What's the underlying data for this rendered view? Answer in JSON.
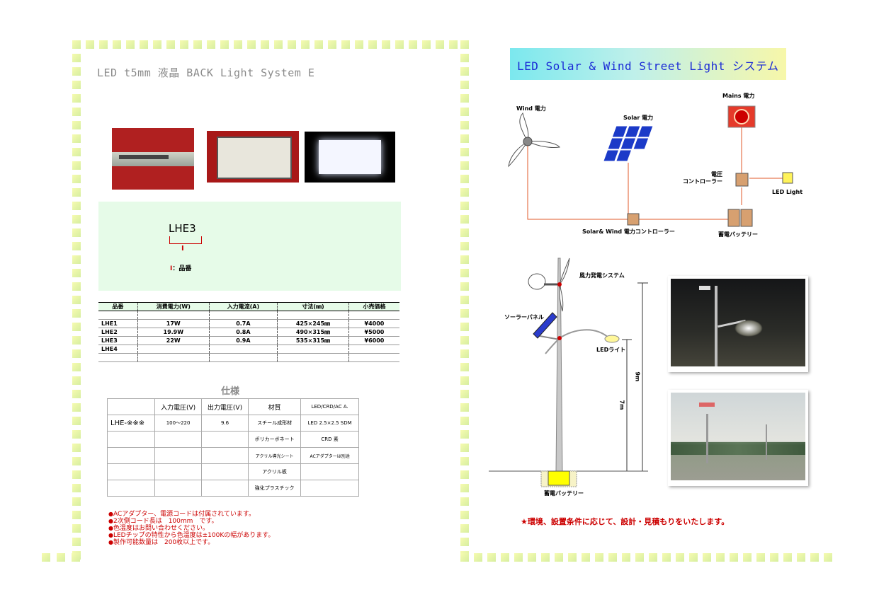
{
  "left": {
    "title": "LED t5mm 液晶 BACK Light System E",
    "product_code": "LHE3",
    "bracket_mark": "I",
    "code_note_mark": "I",
    "code_note_text": "：品番",
    "product_table": {
      "headers": [
        "品番",
        "消費電力(W)",
        "入力電流(A)",
        "寸法(㎜)",
        "小売価格"
      ],
      "rows": [
        [
          "LHE1",
          "17W",
          "0.7A",
          "425×245㎜",
          "¥4000"
        ],
        [
          "LHE2",
          "19.9W",
          "0.8A",
          "490×315㎜",
          "¥5000"
        ],
        [
          "LHE3",
          "22W",
          "0.9A",
          "535×315㎜",
          "¥6000"
        ],
        [
          "LHE4",
          "",
          "",
          "",
          ""
        ]
      ]
    },
    "spec_title": "仕様",
    "spec_table": {
      "headers": [
        "",
        "入力電圧(V)",
        "出力電圧(V)",
        "材質",
        "LED/CRD/AC A."
      ],
      "rows": [
        [
          "LHE-※※※",
          "100〜220",
          "9.6",
          "スチール成形材",
          "LED 2.5×2.5 SDM"
        ],
        [
          "",
          "",
          "",
          "ポリカーボネート",
          "CRD 素"
        ],
        [
          "",
          "",
          "",
          "アクリル導光シート",
          "ACアダプターは別途"
        ],
        [
          "",
          "",
          "",
          "アクリル板",
          ""
        ],
        [
          "",
          "",
          "",
          "強化プラスチック",
          ""
        ]
      ]
    },
    "notes": [
      "ACアダプター、電源コードは付属されています。",
      "2次側コード長は　100mm　です。",
      "色温度はお問い合わせください。",
      "LEDチップの特性から色温度は±100Kの幅があります。",
      "製作可能数量は　200枚以上です。"
    ]
  },
  "right": {
    "banner": "LED Solar  & Wind Street Light  システム",
    "diagram": {
      "wind": "Wind 電力",
      "solar": "Solar 電力",
      "mains": "Mains 電力",
      "controller": "電圧\nコントローラー",
      "led": "LED Light",
      "sw_controller": "Solar& Wind 電力コントローラー",
      "battery": "蓄電バッテリー"
    },
    "pole": {
      "wind_system": "風力発電システム",
      "solar_panel": "ソーラーパネル",
      "led_light": "LEDライト",
      "height_9m": "9m",
      "height_7m": "7m",
      "battery": "蓄電バッテリー"
    },
    "footer_note": "★環境、設置条件に応じて、設計・見積もりをいたします。"
  },
  "colors": {
    "accent_blue": "#1a2ad6",
    "accent_red": "#cc0000",
    "panel_green": "#e6fbe8"
  }
}
